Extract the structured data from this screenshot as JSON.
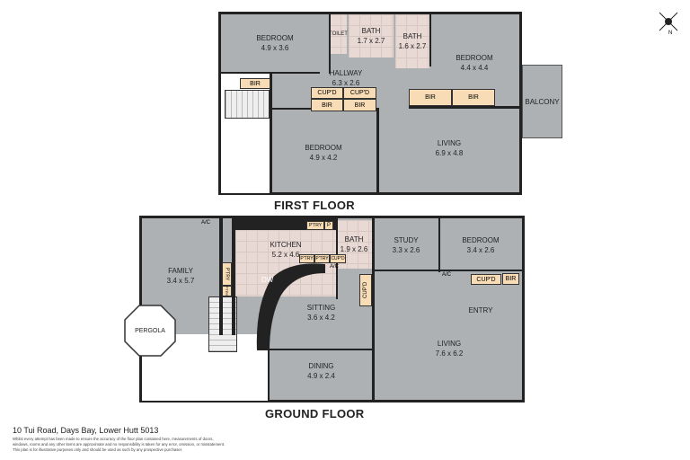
{
  "first_floor": {
    "title": "FIRST FLOOR",
    "rooms": {
      "bedroom1": {
        "name": "BEDROOM",
        "size": "4.9 x 3.6"
      },
      "toilet": {
        "name": "TOILET"
      },
      "bath1": {
        "name": "BATH",
        "size": "1.7 x 2.7"
      },
      "bath2": {
        "name": "BATH",
        "size": "1.6 x 2.7"
      },
      "bedroom2": {
        "name": "BEDROOM",
        "size": "4.4 x 4.4"
      },
      "hallway": {
        "name": "HALLWAY",
        "size": "6.3 x 2.6"
      },
      "bedroom3": {
        "name": "BEDROOM",
        "size": "4.9 x 4.2"
      },
      "living": {
        "name": "LIVING",
        "size": "6.9 x 4.8"
      },
      "balcony": {
        "name": "BALCONY"
      }
    },
    "storage": {
      "bir1": "BIR",
      "cupd1": "CUP'D",
      "cupd2": "CUP'D",
      "bir2": "BIR",
      "bir3": "BIR",
      "bir4": "BIR",
      "bir5": "BIR"
    }
  },
  "ground_floor": {
    "title": "GROUND FLOOR",
    "rooms": {
      "family": {
        "name": "FAMILY",
        "size": "3.4 x 5.7"
      },
      "kitchen": {
        "name": "KITCHEN",
        "size": "5.2 x 4.6"
      },
      "bath": {
        "name": "BATH",
        "size": "1.9 x 2.6"
      },
      "study": {
        "name": "STUDY",
        "size": "3.3 x 2.6"
      },
      "bedroom": {
        "name": "BEDROOM",
        "size": "3.4 x 2.6"
      },
      "sitting": {
        "name": "SITTING",
        "size": "3.6 x 4.2"
      },
      "living": {
        "name": "LIVING",
        "size": "7.6 x 6.2"
      },
      "entry": {
        "name": "ENTRY"
      },
      "dining": {
        "name": "DINING",
        "size": "4.9 x 2.4"
      },
      "pergola": {
        "name": "PERGOLA"
      }
    },
    "storage": {
      "ptry1": "P'TRY",
      "p": "P",
      "ptry2": "P'TRY",
      "ptry3": "P'TRY",
      "cupd1": "CUP'D",
      "cupd2": "CUP'D",
      "cupd3": "CUP'D",
      "bir": "BIR",
      "ptry4": "P'TRY",
      "ptry5": "P'TRY",
      "dw": "DW",
      "ac1": "A/C",
      "ac2": "A/C",
      "ac3": "A/C"
    }
  },
  "footer": {
    "address": "10 Tui Road, Days Bay, Lower Hutt 5013",
    "disclaimer1": "Whilst every attempt has been made to ensure the accuracy of the floor plan contained here, measurements of doors,",
    "disclaimer2": "windows, rooms and any other items are approximate and no responsibility is taken for any error, omission, or misstatement.",
    "disclaimer3": "This plan is for illustrative purposes only and should be used as such by any prospective purchaser."
  },
  "compass": {
    "label": "N",
    "icon": "compass-icon"
  }
}
